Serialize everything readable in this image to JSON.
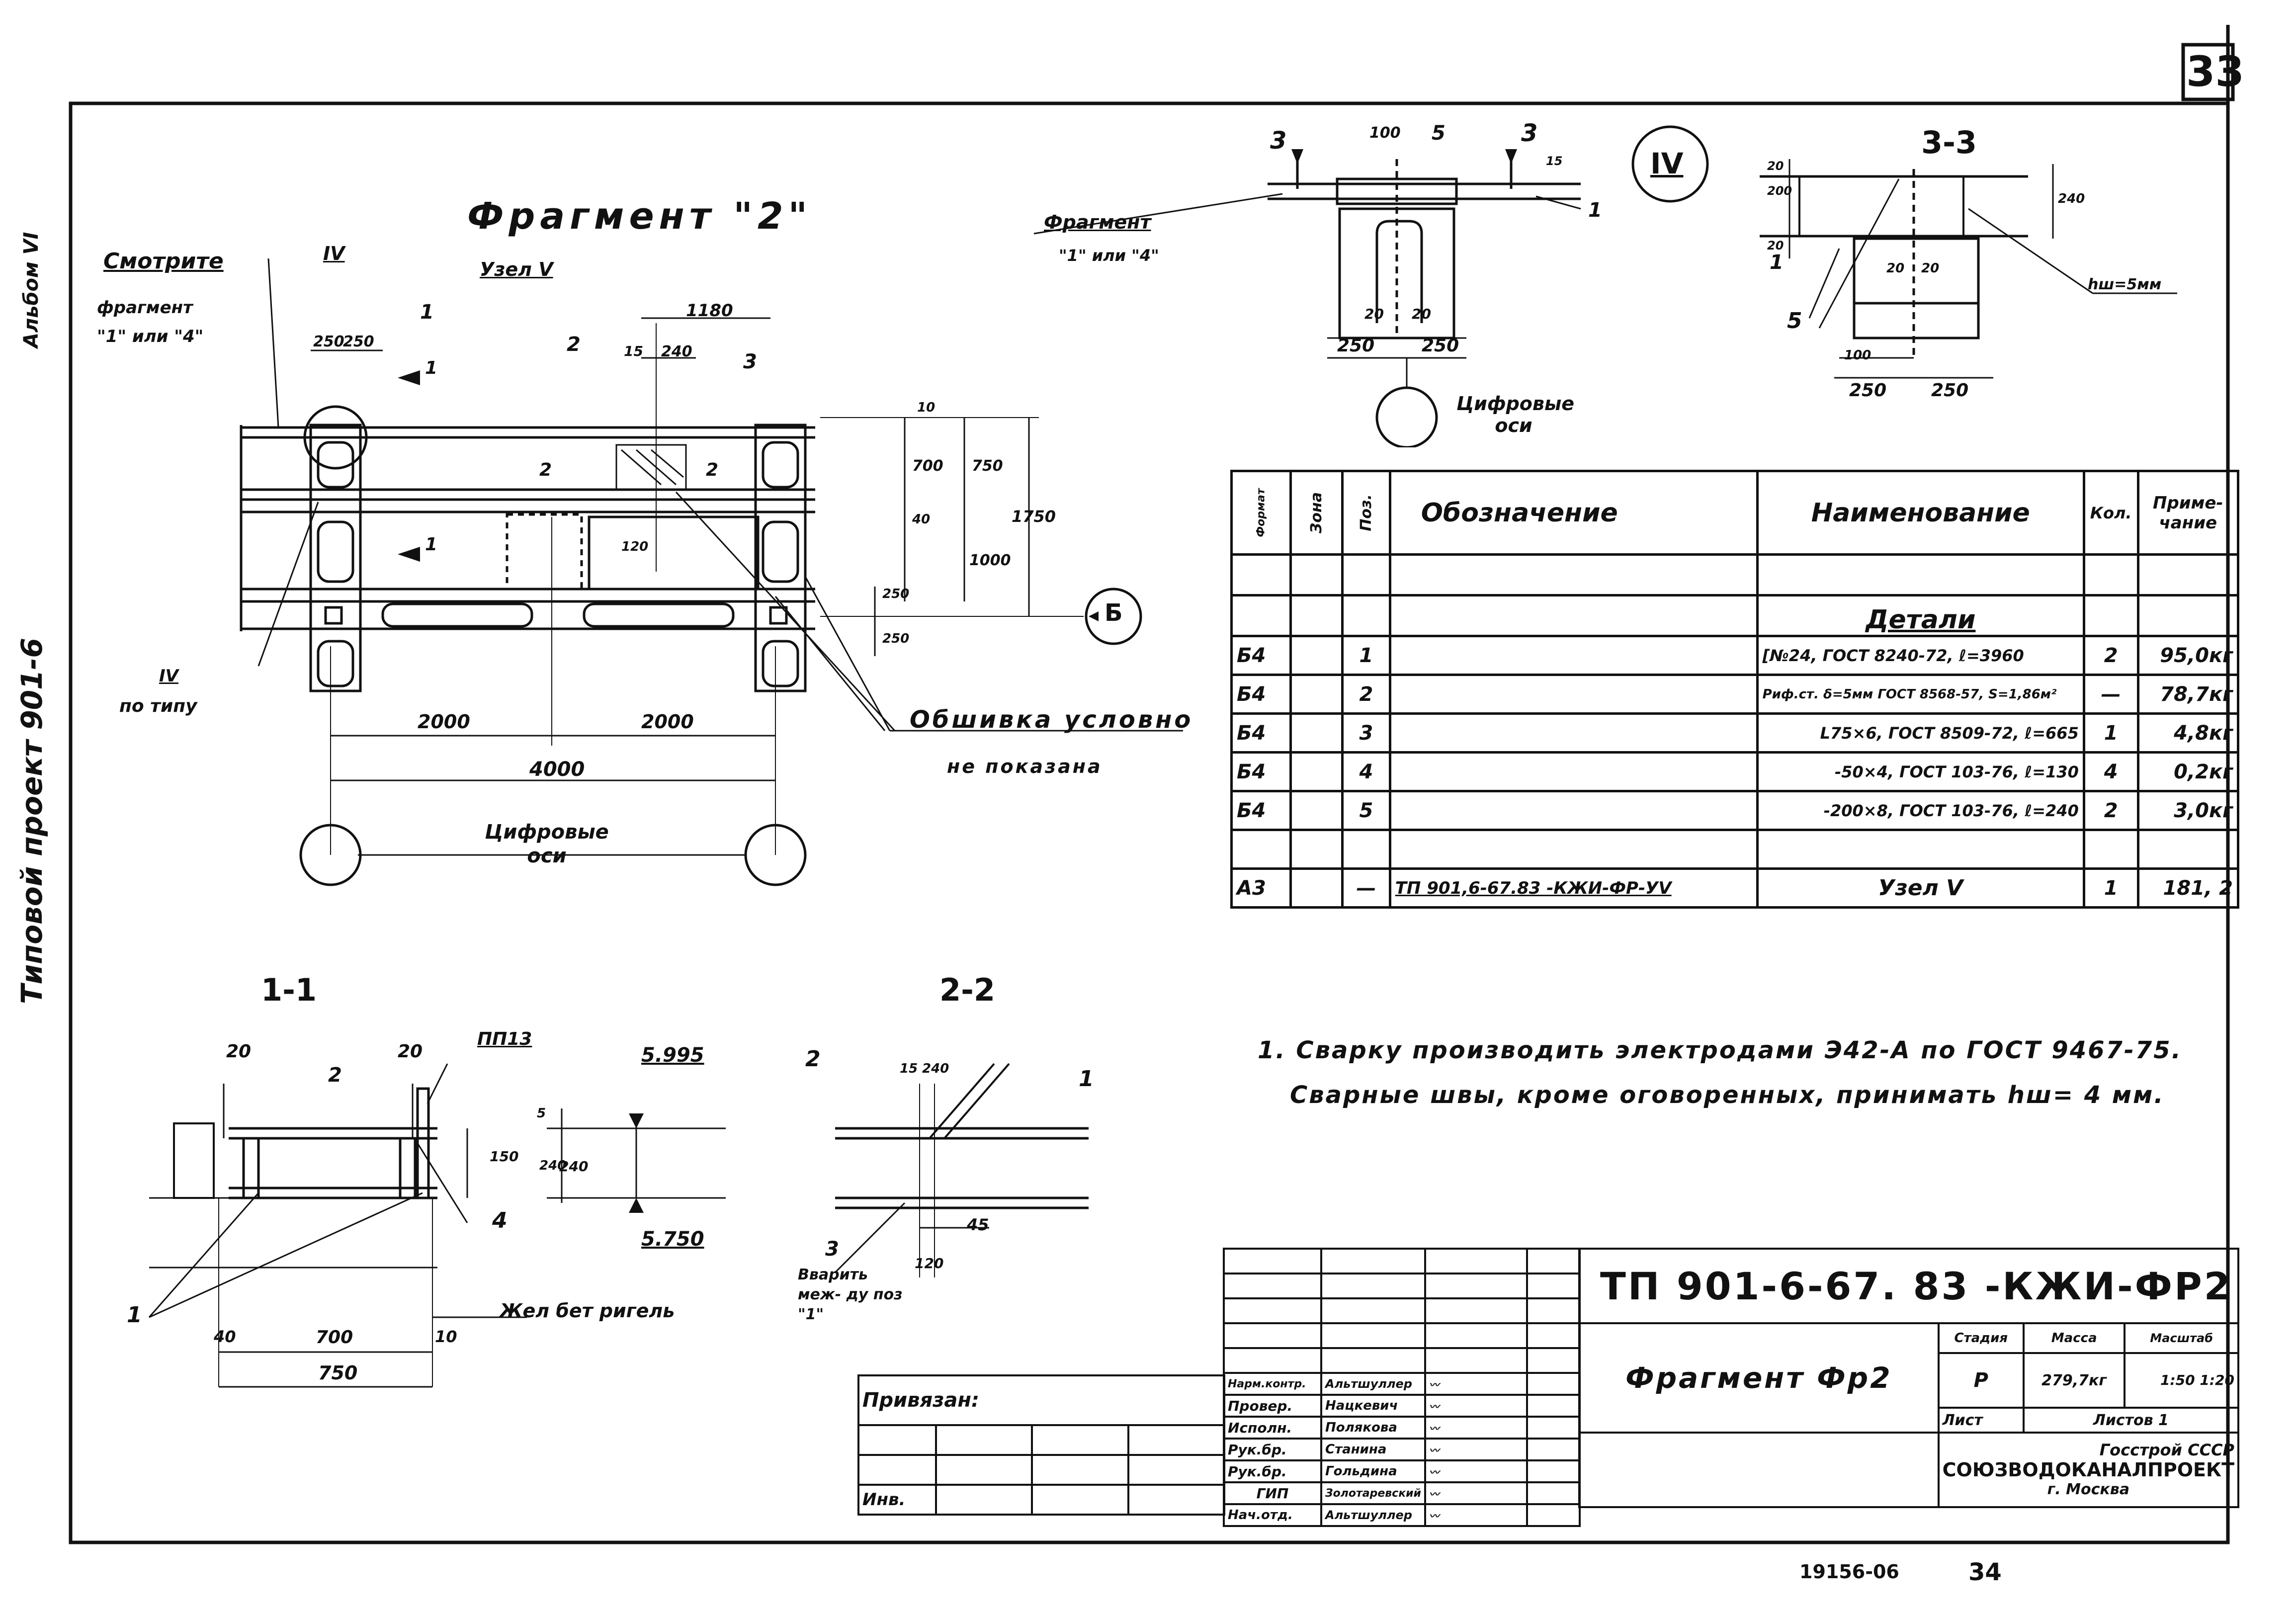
{
  "sheet_number": "33",
  "margin_labels": {
    "top": "Альбом VI",
    "middle": "Типовой проект 901-6"
  },
  "fragment": {
    "title": "Фрагмент \"2\"",
    "see_label": "Смотрите",
    "see_ref": "фрагмент \"1\" или \"4\"",
    "node_label": "Узел V",
    "node_roman": "IV",
    "by_type_roman": "IV",
    "by_type": "по типу",
    "dims": [
      "250",
      "250",
      "1180",
      "15",
      "240",
      "10",
      "700",
      "750",
      "1750",
      "40",
      "1000",
      "250",
      "250",
      "120",
      "2000",
      "2000",
      "4000"
    ],
    "positions": [
      "1",
      "2",
      "3"
    ],
    "section_marks": [
      "1",
      "1",
      "2",
      "2"
    ],
    "axis_label": "Б",
    "digital_axes": "Цифровые оси",
    "sheathing_note_1": "Обшивка условно",
    "sheathing_note_2": "не показана"
  },
  "node_iv": {
    "roman": "IV",
    "fragment_label": "Фрагмент",
    "fragment_ref": "\"1\" или \"4\"",
    "dims": [
      "100",
      "5",
      "15",
      "20",
      "20",
      "250",
      "250"
    ],
    "section_marks": [
      "3",
      "3"
    ],
    "pos": "1",
    "digital_axes": "Цифровые оси"
  },
  "section_3_3": {
    "title": "3-3",
    "dims": [
      "20",
      "200",
      "20",
      "240",
      "20",
      "20",
      "100",
      "250",
      "250"
    ],
    "weld": "hш=5мм",
    "positions": [
      "1",
      "5"
    ]
  },
  "section_1_1": {
    "title": "1-1",
    "dims": [
      "20",
      "20",
      "150",
      "240",
      "40",
      "700",
      "10",
      "750"
    ],
    "labels": [
      "ПП13",
      "2",
      "4",
      "1"
    ],
    "girder": "Жел бет ригель"
  },
  "section_2_2": {
    "title": "2-2",
    "elev_top": "5.995",
    "elev_bottom": "5.750",
    "dims": [
      "5",
      "240",
      "15",
      "240",
      "45",
      "120"
    ],
    "labels": [
      "2",
      "1",
      "3"
    ],
    "note": "Вварить меж- ду поз \"1\""
  },
  "spec_table": {
    "headers": [
      "Формат",
      "Зона",
      "Поз.",
      "Обозначение",
      "Наименование",
      "Кол.",
      "Приме- чание"
    ],
    "section_title": "Детали",
    "rows": [
      {
        "format": "Б4",
        "zone": "",
        "pos": "1",
        "designation": "",
        "name": "[№24, ГОСТ 8240-72, ℓ=3960",
        "qty": "2",
        "note": "95,0кг"
      },
      {
        "format": "Б4",
        "zone": "",
        "pos": "2",
        "designation": "",
        "name": "Риф.ст. δ=5мм ГОСТ 8568-57, S=1,86м²",
        "qty": "—",
        "note": "78,7кг"
      },
      {
        "format": "Б4",
        "zone": "",
        "pos": "3",
        "designation": "",
        "name": "L75×6, ГОСТ 8509-72, ℓ=665",
        "qty": "1",
        "note": "4,8кг"
      },
      {
        "format": "Б4",
        "zone": "",
        "pos": "4",
        "designation": "",
        "name": "-50×4, ГОСТ 103-76, ℓ=130",
        "qty": "4",
        "note": "0,2кг"
      },
      {
        "format": "Б4",
        "zone": "",
        "pos": "5",
        "designation": "",
        "name": "-200×8, ГОСТ 103-76, ℓ=240",
        "qty": "2",
        "note": "3,0кг"
      },
      {
        "format": "А3",
        "zone": "",
        "pos": "—",
        "designation": "ТП 901,6-67.83 -КЖИ-ФР-УV",
        "name": "Узел V",
        "qty": "1",
        "note": "181, 2"
      }
    ]
  },
  "notes": [
    "1. Сварку производить электродами Э42-А по ГОСТ 9467-75.",
    "Сварные швы, кроме оговоренных, принимать hш= 4 мм."
  ],
  "title_block": {
    "code": "ТП 901-6-67. 83 -КЖИ-ФР2",
    "sheet_title": "Фрагмент Фр2",
    "stage_h": "Стадия",
    "mass_h": "Масса",
    "scale_h": "Масштаб",
    "stage": "Р",
    "mass": "279,7кг",
    "scale": "1:50 1:20",
    "sheet_h": "Лист",
    "sheets_h": "Листов 1",
    "org1": "Госстрой СССР",
    "org2": "СОЮЗВОДОКАНАЛПРОЕКТ",
    "org3": "г. Москва",
    "signatures": [
      {
        "role": "Нарм.контр.",
        "name": "Альтшуллер"
      },
      {
        "role": "Провер.",
        "name": "Нацкевич"
      },
      {
        "role": "Исполн.",
        "name": "Полякова"
      },
      {
        "role": "Рук.бр.",
        "name": "Станина"
      },
      {
        "role": "Рук.бр.",
        "name": "Гольдина"
      },
      {
        "role": "ГИП",
        "name": "Золотаревский"
      },
      {
        "role": "Нач.отд.",
        "name": "Альтшуллер"
      }
    ],
    "bound": "Привязан:",
    "inv": "Инв."
  },
  "footer": {
    "code": "19156-06",
    "page": "34"
  }
}
